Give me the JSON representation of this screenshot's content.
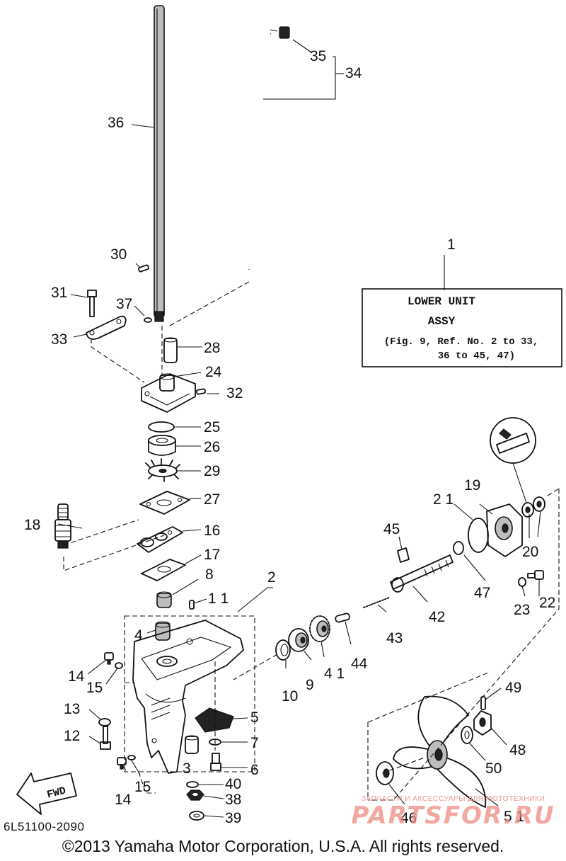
{
  "diagram": {
    "callouts": [
      {
        "id": "c1",
        "text": "1"
      },
      {
        "id": "c2",
        "text": "2"
      },
      {
        "id": "c3",
        "text": "3"
      },
      {
        "id": "c4",
        "text": "4"
      },
      {
        "id": "c5",
        "text": "5"
      },
      {
        "id": "c6",
        "text": "6"
      },
      {
        "id": "c7",
        "text": "7"
      },
      {
        "id": "c8",
        "text": "8"
      },
      {
        "id": "c9",
        "text": "9"
      },
      {
        "id": "c10",
        "text": "10"
      },
      {
        "id": "c11",
        "text": "1 1"
      },
      {
        "id": "c12",
        "text": "12"
      },
      {
        "id": "c13",
        "text": "13"
      },
      {
        "id": "c14a",
        "text": "14"
      },
      {
        "id": "c14b",
        "text": "14"
      },
      {
        "id": "c15a",
        "text": "15"
      },
      {
        "id": "c15b",
        "text": "15"
      },
      {
        "id": "c16",
        "text": "16"
      },
      {
        "id": "c17",
        "text": "17"
      },
      {
        "id": "c18",
        "text": "18"
      },
      {
        "id": "c19",
        "text": "19"
      },
      {
        "id": "c20",
        "text": "20"
      },
      {
        "id": "c21",
        "text": "2 1"
      },
      {
        "id": "c22",
        "text": "22"
      },
      {
        "id": "c23",
        "text": "23"
      },
      {
        "id": "c24",
        "text": "24"
      },
      {
        "id": "c25",
        "text": "25"
      },
      {
        "id": "c26",
        "text": "26"
      },
      {
        "id": "c27",
        "text": "27"
      },
      {
        "id": "c28",
        "text": "28"
      },
      {
        "id": "c29",
        "text": "29"
      },
      {
        "id": "c30",
        "text": "30"
      },
      {
        "id": "c31",
        "text": "31"
      },
      {
        "id": "c32",
        "text": "32"
      },
      {
        "id": "c33",
        "text": "33"
      },
      {
        "id": "c34",
        "text": "34"
      },
      {
        "id": "c35",
        "text": "35"
      },
      {
        "id": "c36",
        "text": "36"
      },
      {
        "id": "c37",
        "text": "37"
      },
      {
        "id": "c38",
        "text": "38"
      },
      {
        "id": "c39",
        "text": "39"
      },
      {
        "id": "c40",
        "text": "40"
      },
      {
        "id": "c41",
        "text": "4 1"
      },
      {
        "id": "c42",
        "text": "42"
      },
      {
        "id": "c43",
        "text": "43"
      },
      {
        "id": "c44",
        "text": "44"
      },
      {
        "id": "c45",
        "text": "45"
      },
      {
        "id": "c46",
        "text": "46"
      },
      {
        "id": "c47",
        "text": "47"
      },
      {
        "id": "c48",
        "text": "48"
      },
      {
        "id": "c49",
        "text": "49"
      },
      {
        "id": "c50",
        "text": "50"
      },
      {
        "id": "c51",
        "text": "5 1"
      }
    ],
    "assembly_box": {
      "line1": "LOWER  UNIT",
      "line2": "ASSY",
      "line3": "(Fig. 9, Ref. No. 2 to 33,",
      "line4": "36 to 45, 47)"
    },
    "direction_arrow": "FWD",
    "gasket_marking": "GASKET-MAKER-icon",
    "diagram_code": "6L51100-2090",
    "copyright": "©2013 Yamaha Motor Corporation, U.S.A. All rights reserved."
  },
  "watermark": {
    "tagline": "ЗАПЧАСТИ И АКСЕССУАРЫ ДЛЯ МОТОТЕХНИКИ",
    "brand": "PARTSFOR.RU"
  }
}
